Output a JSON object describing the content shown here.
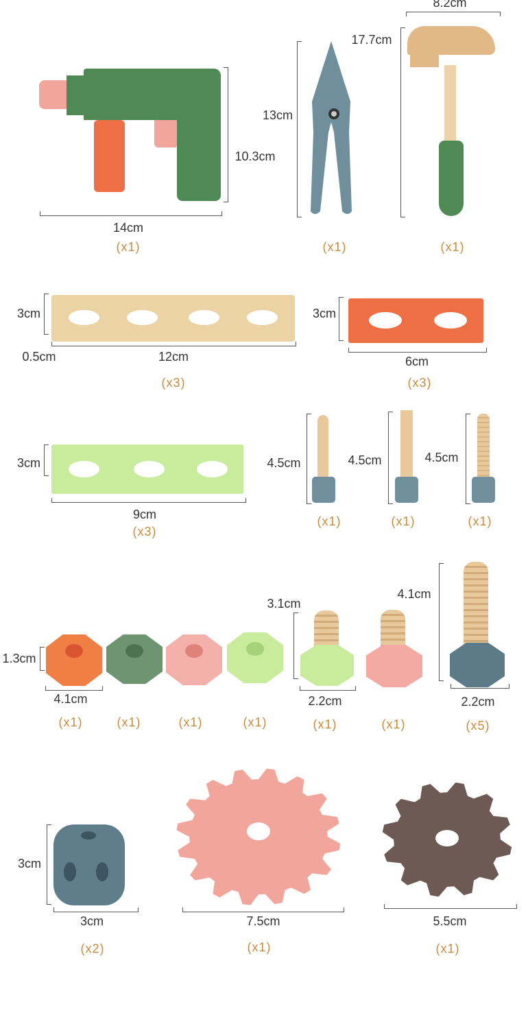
{
  "drill": {
    "width": "14cm",
    "height": "10.3cm",
    "qty": "(x1)"
  },
  "pliers": {
    "height": "13cm",
    "qty": "(x1)"
  },
  "hammer": {
    "width": "8.2cm",
    "height": "17.7cm",
    "qty": "(x1)"
  },
  "wood_plank": {
    "height": "3cm",
    "thickness": "0.5cm",
    "width": "12cm",
    "qty": "(x3)"
  },
  "orange_plank": {
    "height": "3cm",
    "width": "6cm",
    "qty": "(x3)"
  },
  "green_plank": {
    "height": "3cm",
    "width": "9cm",
    "qty": "(x3)"
  },
  "small_screws": [
    {
      "height": "4.5cm",
      "qty": "(x1)"
    },
    {
      "height": "4.5cm",
      "qty": "(x1)"
    },
    {
      "height": "4.5cm",
      "qty": "(x1)"
    }
  ],
  "nuts": {
    "height": "1.3cm",
    "width": "4.1cm",
    "qtys": [
      "(x1)",
      "(x1)",
      "(x1)",
      "(x1)"
    ]
  },
  "bolts": [
    {
      "height": "3.1cm",
      "width": "2.2cm",
      "qty": "(x1)"
    },
    {
      "qty": "(x1)"
    },
    {
      "height": "4.1cm",
      "width": "2.2cm",
      "qty": "(x5)"
    }
  ],
  "cube": {
    "height": "3cm",
    "width": "3cm",
    "qty": "(x2)"
  },
  "gear_large": {
    "width": "7.5cm",
    "qty": "(x1)"
  },
  "gear_small": {
    "width": "5.5cm",
    "qty": "(x1)"
  },
  "colors": {
    "green": "#4f8a55",
    "orange": "#ef6f45",
    "pink": "#f2a59a",
    "blue": "#6f8f9d",
    "wood": "#e9c99c",
    "lime": "#c9ec9c",
    "brown": "#6e5a55",
    "qty": "#c98a3c"
  }
}
